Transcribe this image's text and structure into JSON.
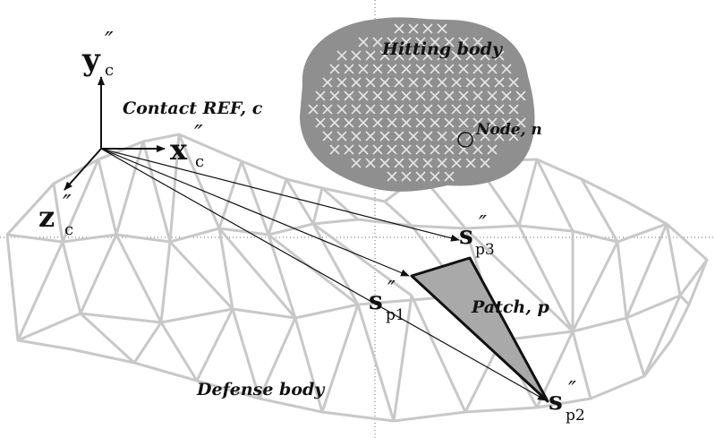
{
  "labels": {
    "hitting_body": "Hitting body",
    "node": "Node, n",
    "contact_ref": "Contact REF, c",
    "patch": "Patch, p",
    "defense_body": "Defense body"
  },
  "axes": {
    "y": {
      "letter": "y",
      "prime": "″",
      "sub": "c"
    },
    "x": {
      "letter": "x",
      "prime": "″",
      "sub": "c"
    },
    "z": {
      "letter": "z",
      "prime": "″",
      "sub": "c"
    }
  },
  "vectors": {
    "p1": {
      "letter": "s",
      "prime": "″",
      "sub": "p1"
    },
    "p2": {
      "letter": "s",
      "prime": "″",
      "sub": "p2"
    },
    "p3": {
      "letter": "s",
      "prime": "″",
      "sub": "p3"
    }
  },
  "colors": {
    "mesh": "#c8c8c8",
    "patch_fill": "#a9a9a9",
    "hitting_body_fill": "#8f8f8f",
    "hitting_body_marks": "#e6e6e6",
    "ink": "#111111",
    "guide": "#666666"
  }
}
